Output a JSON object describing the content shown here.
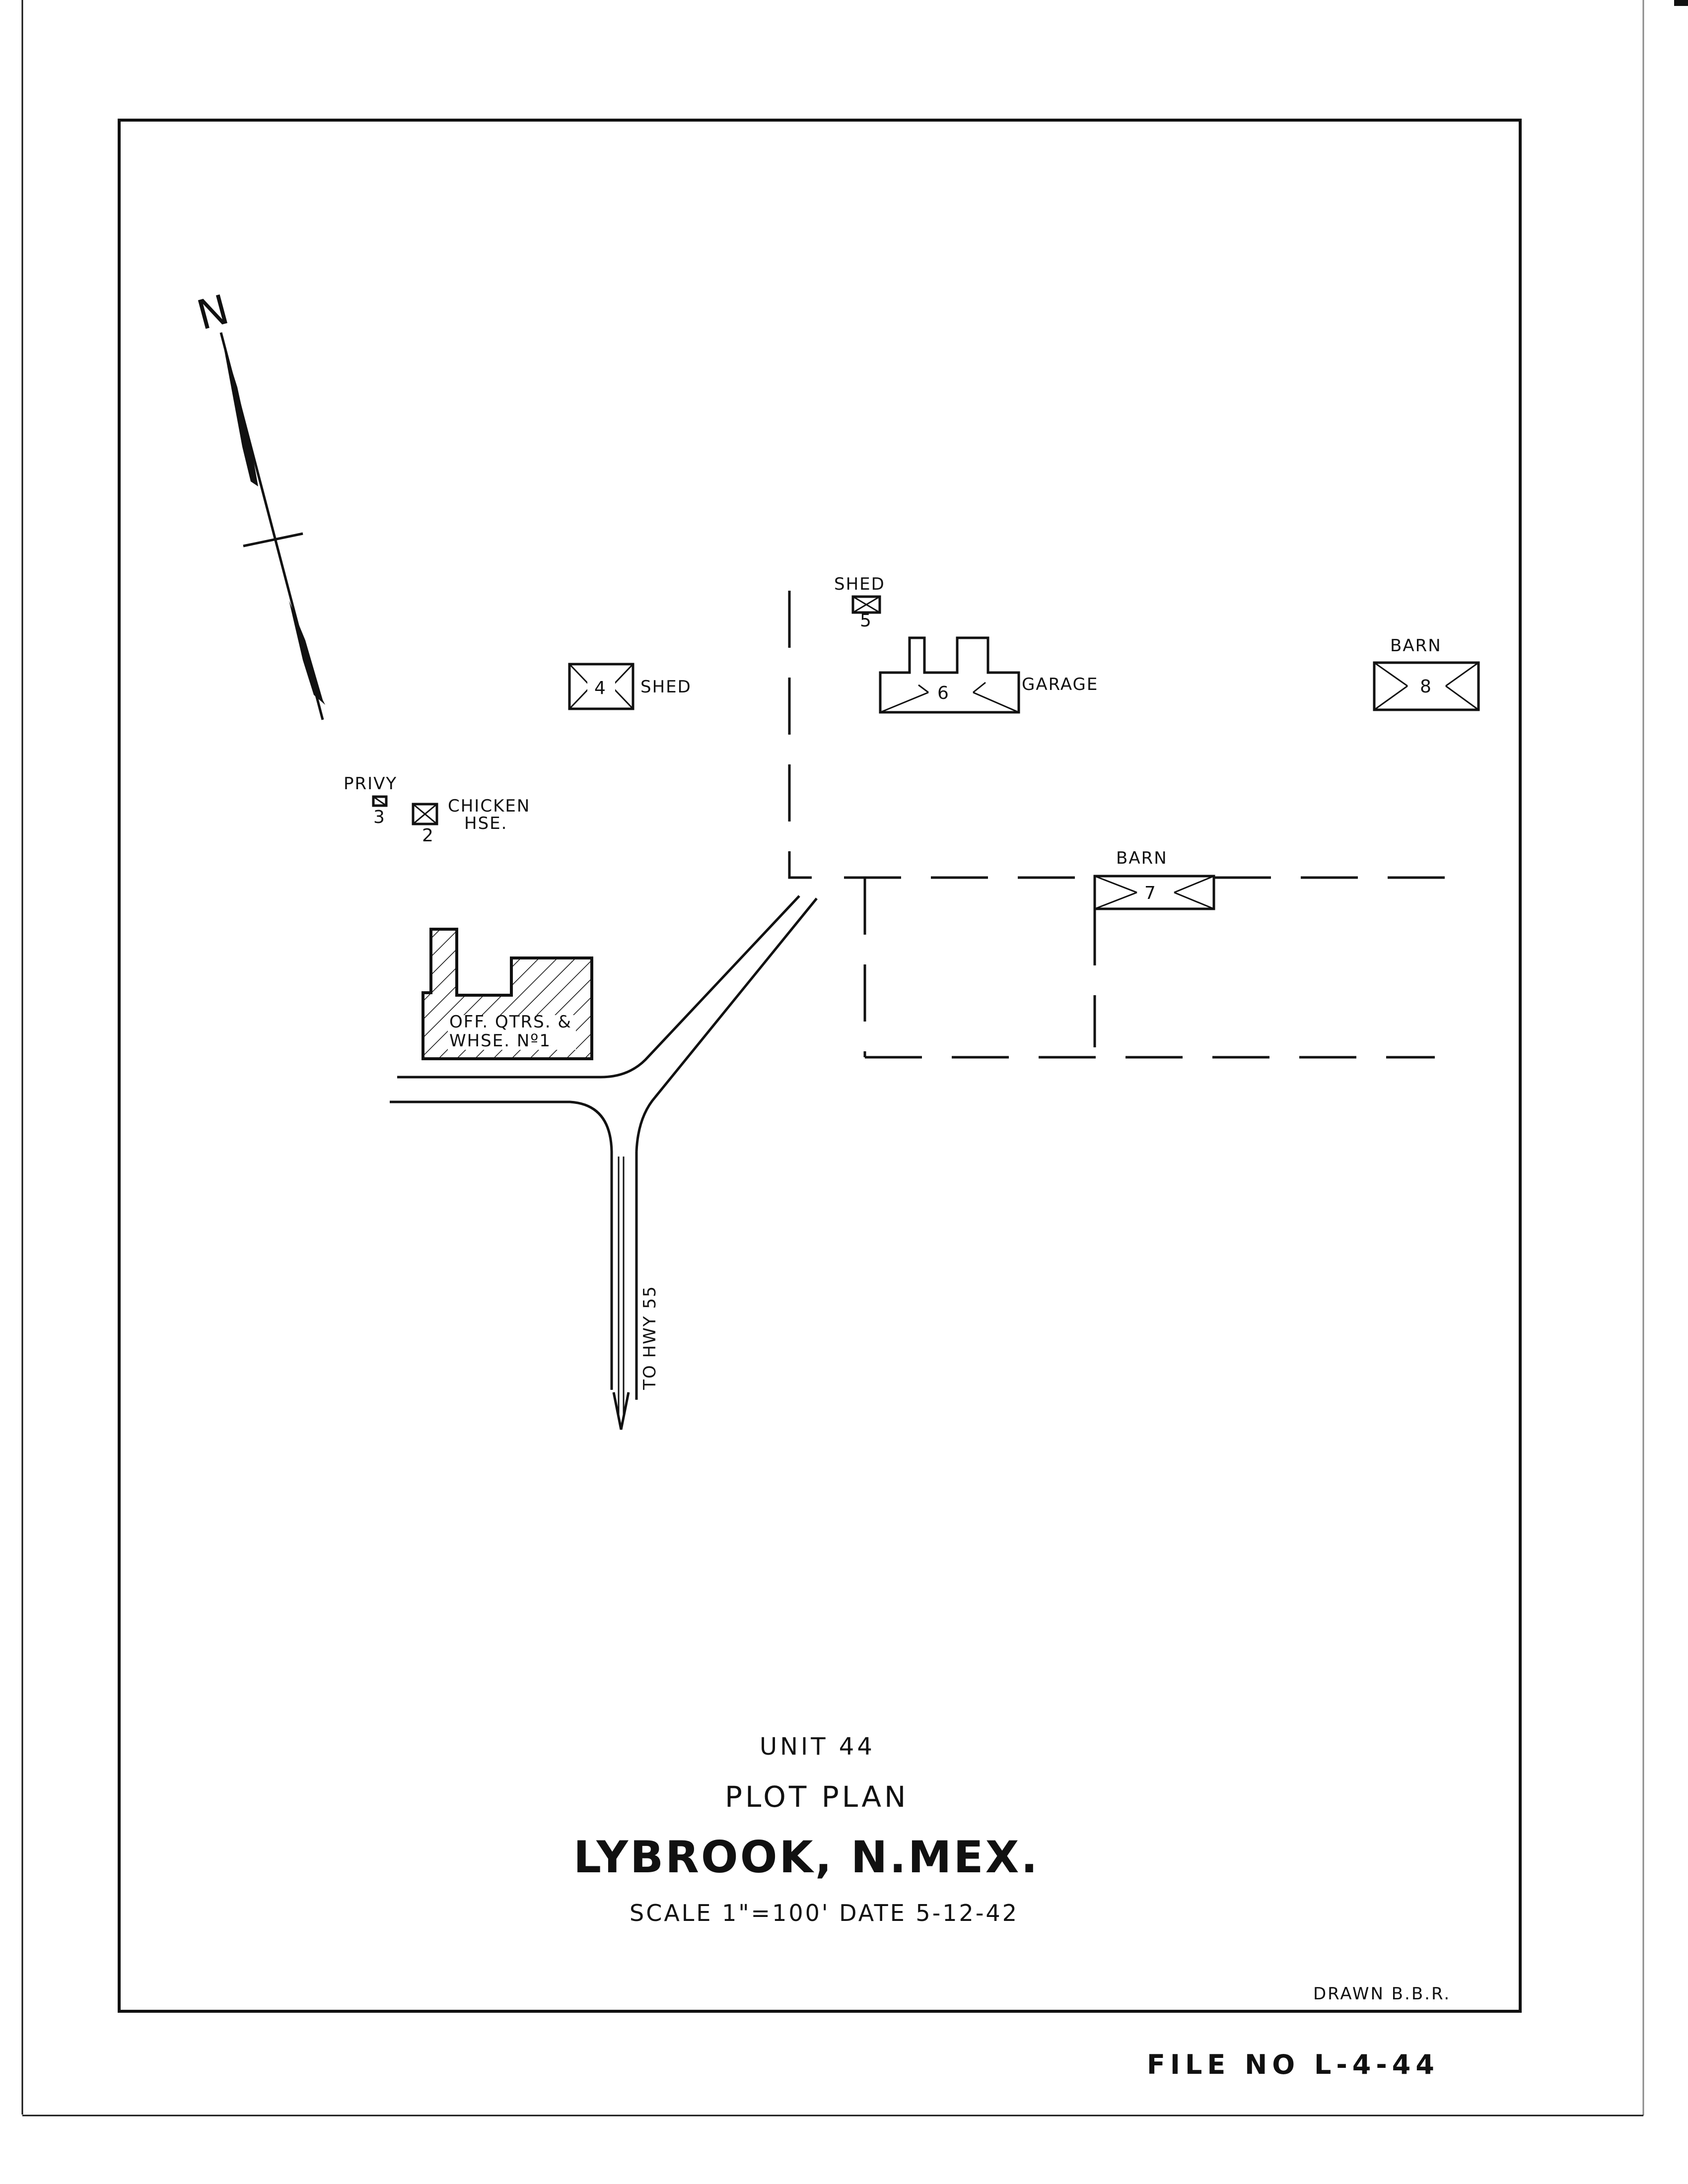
{
  "north_label": "N",
  "buildings": {
    "b1": {
      "label_line1": "OFF. QTRS. &",
      "label_line2": "WHSE. Nº1"
    },
    "b2": {
      "num": "2",
      "label_line1": "CHICKEN",
      "label_line2": "HSE."
    },
    "b3": {
      "num": "3",
      "label": "PRIVY"
    },
    "b4": {
      "num": "4",
      "label": "SHED"
    },
    "b5": {
      "num": "5",
      "label": "SHED"
    },
    "b6": {
      "num": "6",
      "label": "GARAGE"
    },
    "b7": {
      "num": "7",
      "label": "BARN"
    },
    "b8": {
      "num": "8",
      "label": "BARN"
    }
  },
  "road_label": "TO HWY 55",
  "title_block": {
    "unit": "UNIT 44",
    "plan": "PLOT PLAN",
    "place": "LYBROOK, N.MEX.",
    "scale_date": "SCALE 1\"=100'  DATE 5-12-42",
    "drawn": "DRAWN B.B.R."
  },
  "file_no": "FILE NO L-4-44"
}
